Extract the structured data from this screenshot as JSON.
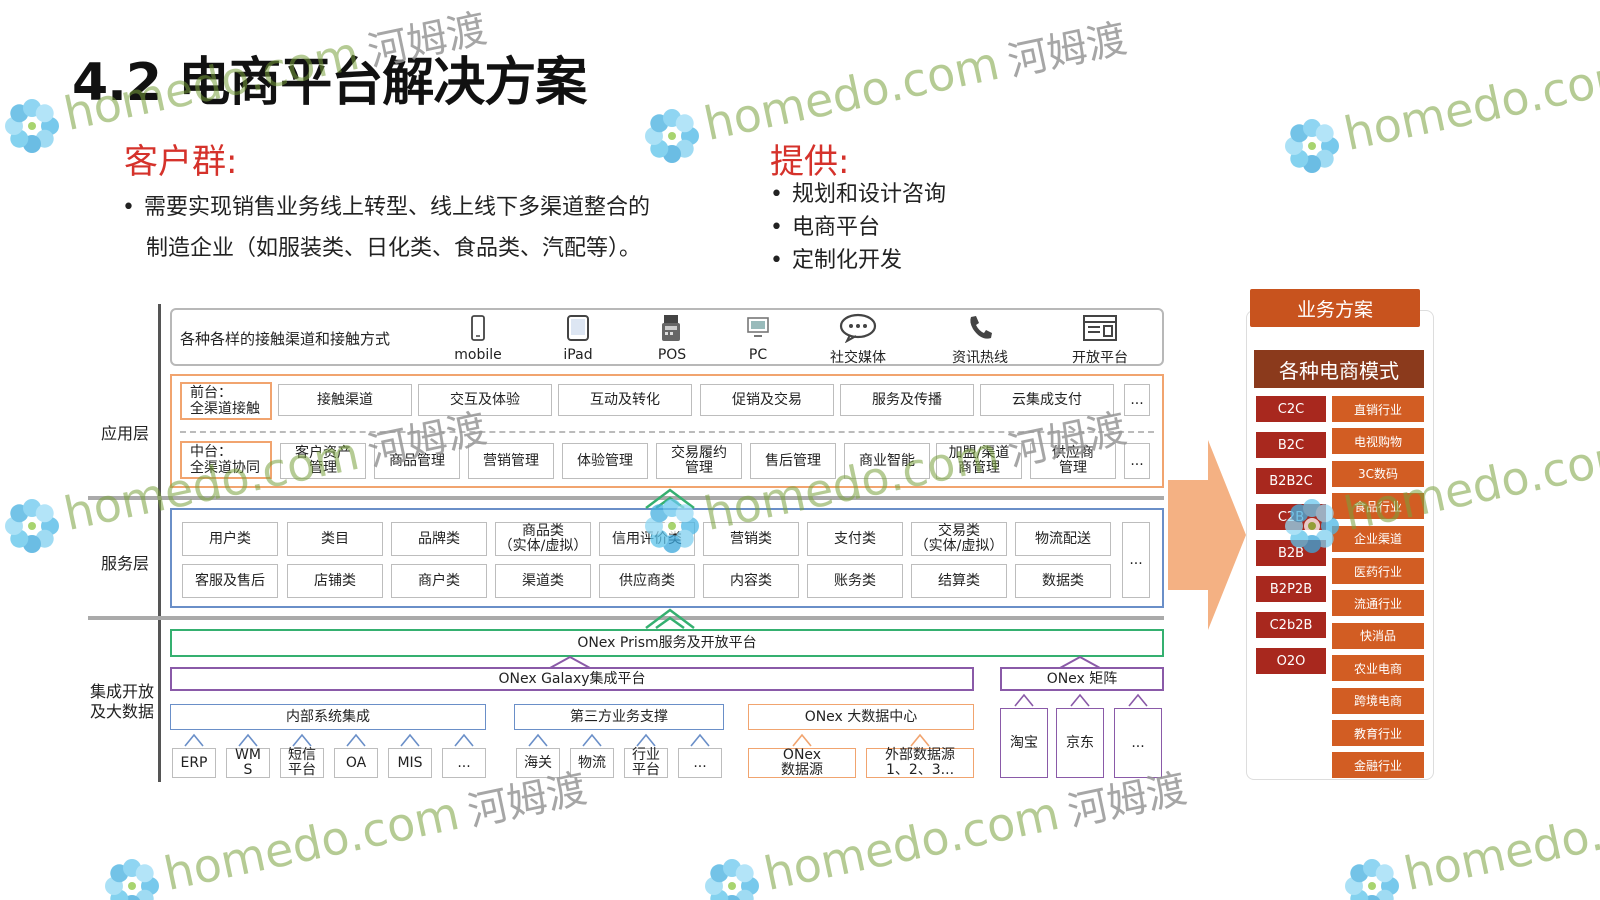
{
  "title": "4.2 电商平台解决方案",
  "customers": {
    "heading": "客户群:",
    "bullet": "•",
    "line1": "需要实现销售业务线上转型、线上线下多渠道整合的",
    "line2": "制造企业（如服装类、日化类、食品类、汽配等）。"
  },
  "offer": {
    "heading": "提供:",
    "items": [
      "规划和设计咨询",
      "电商平台",
      "定制化开发"
    ]
  },
  "layers": {
    "app": "应用层",
    "service": "服务层",
    "integ_line1": "集成开放",
    "integ_line2": "及大数据"
  },
  "channels": {
    "label": "各种各样的接触渠道和接触方式",
    "items": [
      {
        "label": "mobile",
        "icon": "mobile-icon"
      },
      {
        "label": "iPad",
        "icon": "tablet-icon"
      },
      {
        "label": "POS",
        "icon": "pos-icon"
      },
      {
        "label": "PC",
        "icon": "pc-icon"
      },
      {
        "label": "社交媒体",
        "icon": "chat-icon"
      },
      {
        "label": "资讯热线",
        "icon": "phone-icon"
      },
      {
        "label": "开放平台",
        "icon": "platform-icon"
      }
    ]
  },
  "front": {
    "label1": "前台：",
    "label2": "全渠道接触",
    "items": [
      "接触渠道",
      "交互及体验",
      "互动及转化",
      "促销及交易",
      "服务及传播",
      "云集成支付",
      "..."
    ]
  },
  "middle": {
    "label1": "中台：",
    "label2": "全渠道协同",
    "items": [
      "客户资产\n管理",
      "商品管理",
      "营销管理",
      "体验管理",
      "交易履约\n管理",
      "售后管理",
      "商业智能",
      "加盟/渠道\n商管理",
      "供应商\n管理",
      "..."
    ]
  },
  "services": {
    "row1": [
      "用户类",
      "类目",
      "品牌类",
      "商品类\n（实体/虚拟）",
      "信用评价类",
      "营销类",
      "支付类",
      "交易类\n（实体/虚拟）",
      "物流配送"
    ],
    "row2": [
      "客服及售后",
      "店铺类",
      "商户类",
      "渠道类",
      "供应商类",
      "内容类",
      "账务类",
      "结算类",
      "数据类"
    ],
    "more": "..."
  },
  "integration": {
    "prism": "ONex Prism服务及开放平台",
    "galaxy": "ONex Galaxy集成平台",
    "matrix": "ONex 矩阵",
    "internal": "内部系统集成",
    "internal_items": [
      "ERP",
      "WM\nS",
      "短信\n平台",
      "OA",
      "MIS",
      "..."
    ],
    "third": "第三方业务支撑",
    "third_items": [
      "海关",
      "物流",
      "行业\n平台",
      "..."
    ],
    "bigdata": "ONex 大数据中心",
    "bigdata_items": [
      "ONex\n数据源",
      "外部数据源\n1、2、3..."
    ],
    "matrix_items": [
      "淘宝",
      "京东",
      "..."
    ]
  },
  "business": {
    "solution": "业务方案",
    "modes": "各种电商模式",
    "mode_items": [
      "C2C",
      "B2C",
      "B2B2C",
      "C2B",
      "B2B",
      "B2P2B",
      "C2b2B",
      "O2O"
    ],
    "industries": [
      "直销行业",
      "电视购物",
      "3C数码",
      "食品行业",
      "企业渠道",
      "医药行业",
      "流通行业",
      "快消品",
      "农业电商",
      "跨境电商",
      "教育行业",
      "金融行业"
    ]
  },
  "watermark": {
    "text": "homedo.com",
    "cn": "河姆渡"
  },
  "colors": {
    "accent_red": "#d5322b",
    "orange": "#f1a46f",
    "blue": "#6a8fc8",
    "green": "#35b070",
    "purple": "#8a5aa8",
    "solution_orange": "#c8531e",
    "mode_dark": "#8b3a1c",
    "mode_red": "#a8281e",
    "industry_orange": "#d25d23"
  }
}
